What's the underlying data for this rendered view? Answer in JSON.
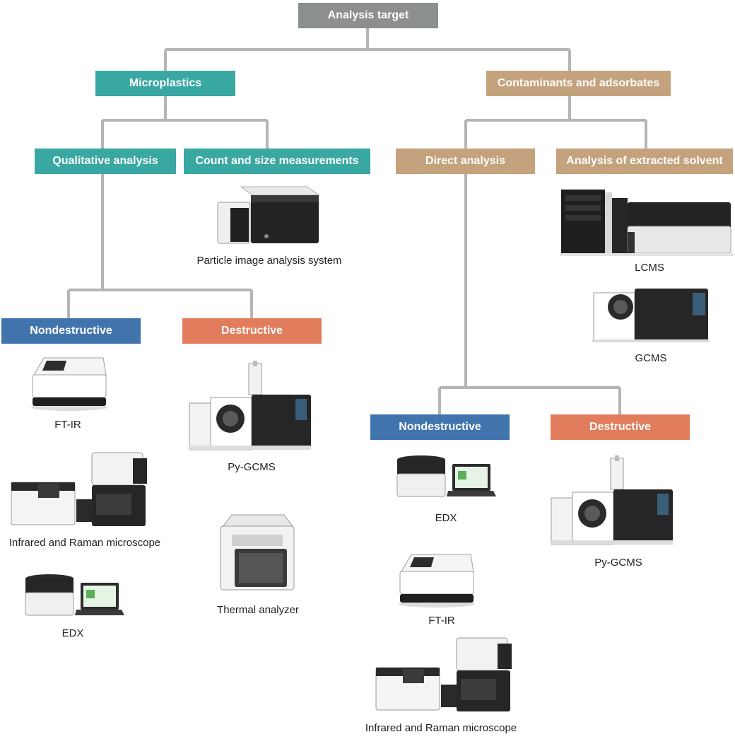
{
  "root": "Analysis target",
  "microplastics": {
    "label": "Microplastics",
    "qualitative": "Qualitative analysis",
    "count_size": "Count and size measurements",
    "nondestructive": "Nondestructive",
    "destructive": "Destructive",
    "instruments": {
      "particle_image": "Particle image analysis system",
      "ftir": "FT-IR",
      "ir_raman": "Infrared and Raman microscope",
      "edx": "EDX",
      "pygcms": "Py-GCMS",
      "thermal": "Thermal analyzer"
    }
  },
  "contaminants": {
    "label": "Contaminants and adsorbates",
    "direct": "Direct analysis",
    "extracted": "Analysis of extracted solvent",
    "nondestructive": "Nondestructive",
    "destructive": "Destructive",
    "instruments": {
      "lcms": "LCMS",
      "gcms": "GCMS",
      "edx": "EDX",
      "ftir": "FT-IR",
      "ir_raman": "Infrared and Raman microscope",
      "pygcms": "Py-GCMS"
    }
  },
  "colors": {
    "root": "#8c8f90",
    "microplastics": "#3aa8a2",
    "contaminants": "#c4a27d",
    "nondestructive": "#4174ad",
    "destructive": "#e17c5c",
    "connector": "#b5b5b5"
  }
}
